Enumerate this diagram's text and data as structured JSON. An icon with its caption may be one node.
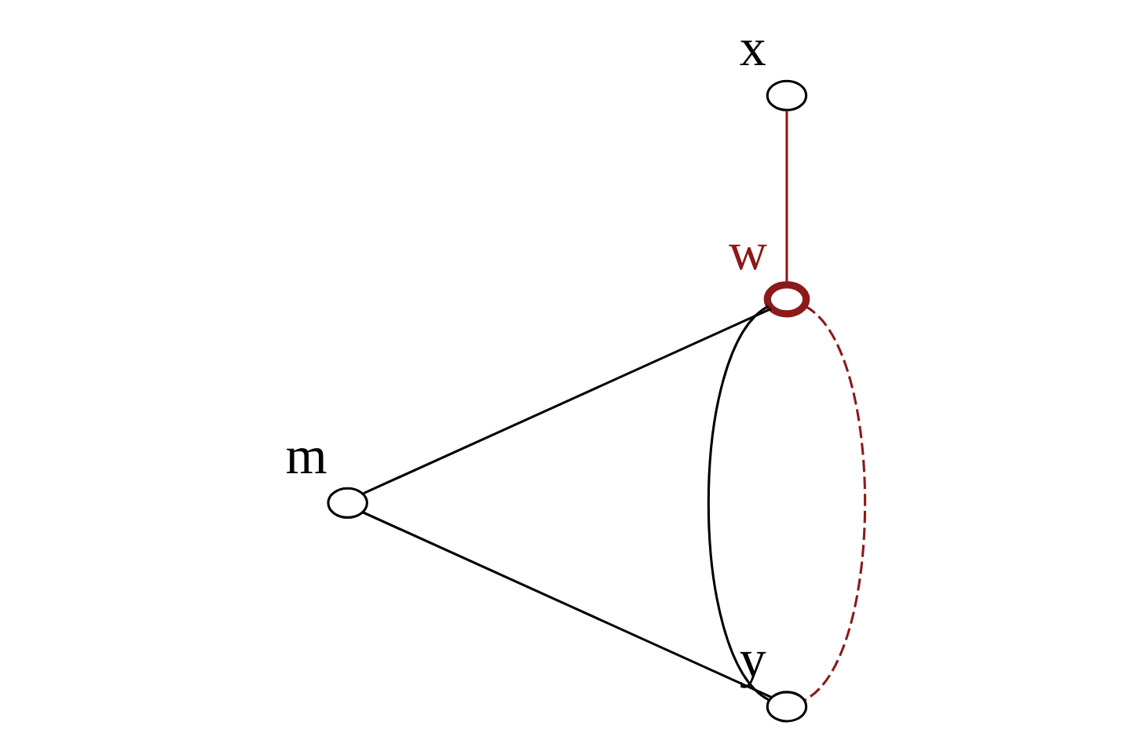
{
  "diagram": {
    "nodes": [
      {
        "text": [],
        "shape": "circle",
        "beside": [
          "x"
        ]
      },
      {
        "text": [],
        "shape": "circle",
        "beside": [
          "w"
        ]
      },
      {
        "text": [],
        "shape": "circle",
        "beside": [
          "m"
        ]
      },
      {
        "text": [],
        "shape": "circle",
        "beside": [
          "y"
        ]
      }
    ],
    "edges": [
      {
        "from": 0,
        "to": 1,
        "arrow": "none",
        "color": "#8b1a1a"
      },
      {
        "from": 1,
        "to": 2,
        "arrow": "none"
      },
      {
        "from": 1,
        "to": 3,
        "arrow": "none"
      },
      {
        "from": 1,
        "to": 3,
        "arrow": "none",
        "style": "dashed",
        "color": "#8b1a1a"
      },
      {
        "from": 2,
        "to": 3,
        "arrow": "none"
      }
    ]
  }
}
